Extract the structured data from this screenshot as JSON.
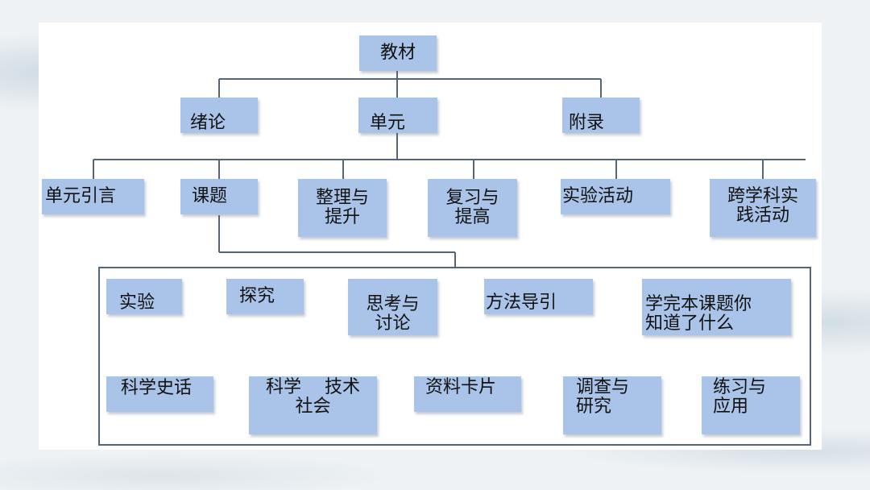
{
  "root": "教材",
  "level1": [
    "绪论",
    "单元",
    "附录"
  ],
  "level2": [
    "单元引言",
    "课题",
    "整理与\n提升",
    "复习与\n提高",
    "实验活动",
    "跨学科实\n践活动"
  ],
  "level3": [
    "实验",
    "探究",
    "思考与\n讨论",
    "方法导引",
    "学完本课题你\n知道了什么",
    "科学史话",
    "科学　 技术\n社会",
    "资料卡片",
    "调查与\n研究",
    "练习与\n应用"
  ],
  "colors": {
    "box": "#a9c4e8",
    "line": "#556477"
  }
}
